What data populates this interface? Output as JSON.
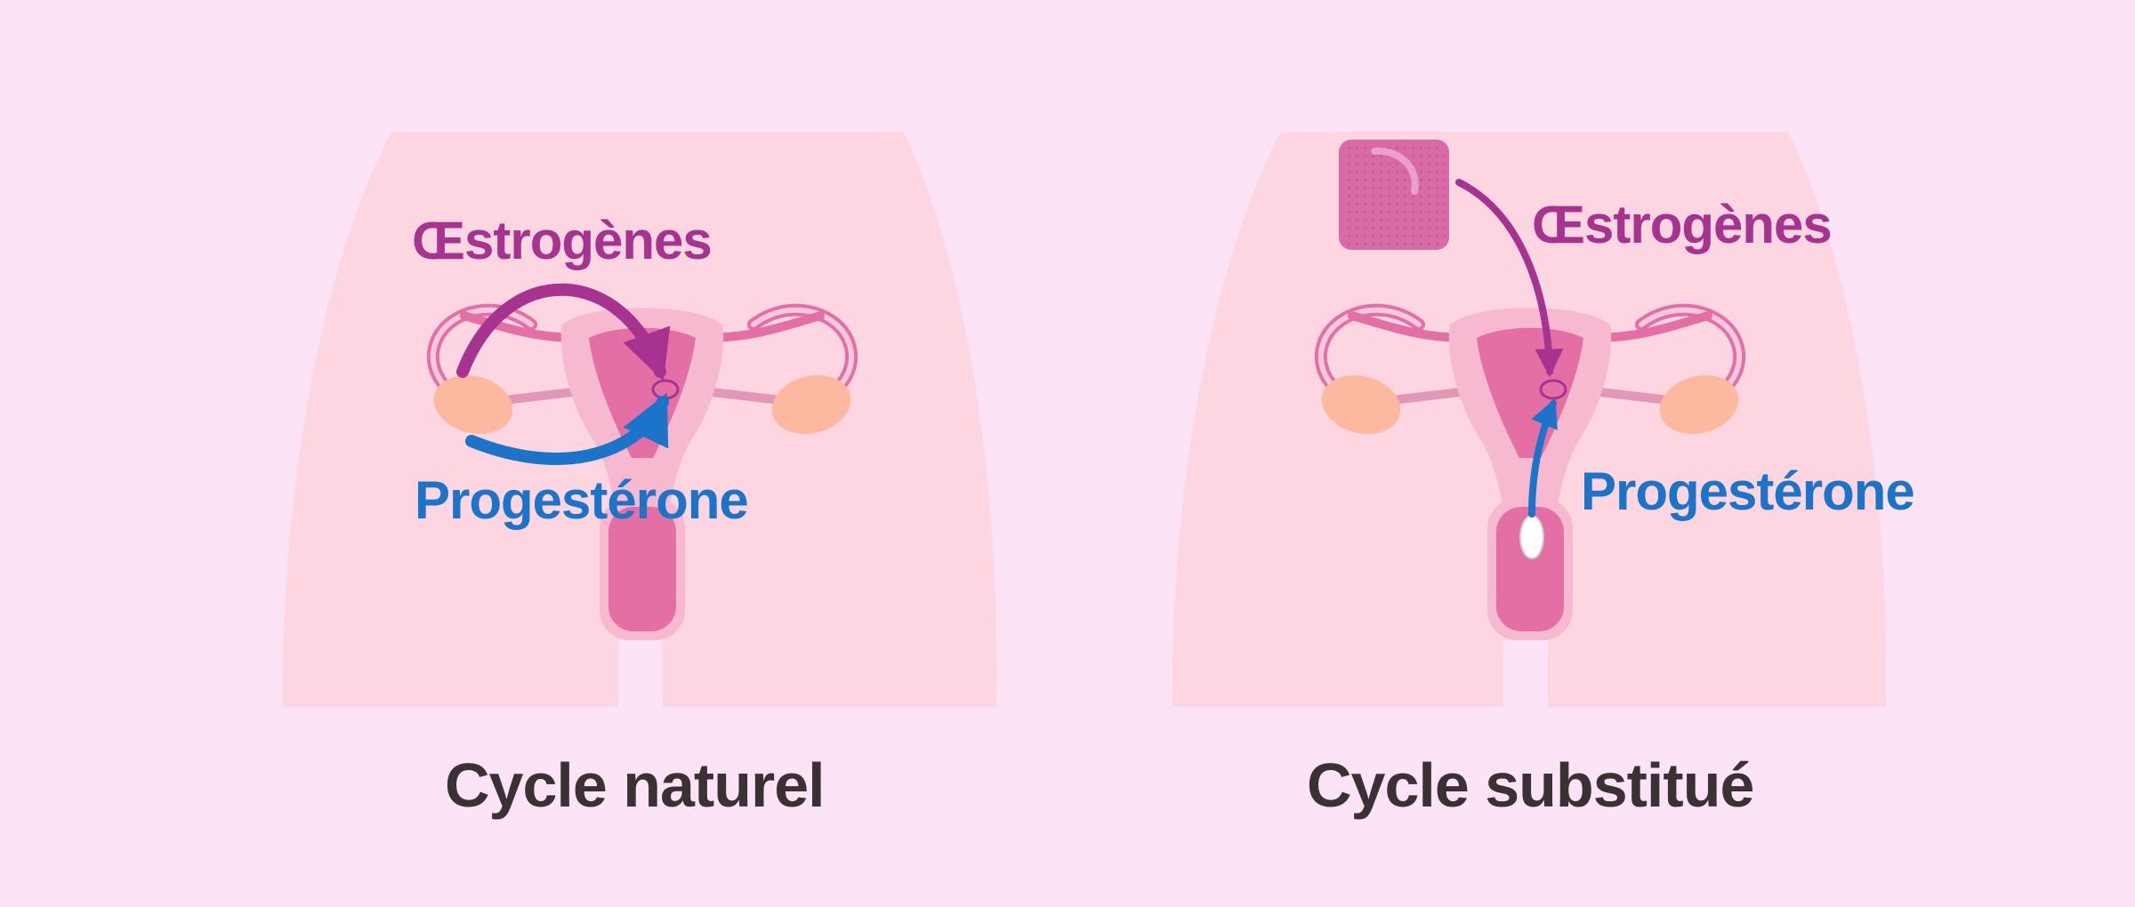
{
  "panels": [
    {
      "title": "Cycle naturel",
      "estrogen_label": "Œstrogènes",
      "progesterone_label": "Progestérone"
    },
    {
      "title": "Cycle substitué",
      "estrogen_label": "Œstrogènes",
      "progesterone_label": "Progestérone"
    }
  ],
  "colors": {
    "background": "#fde3f6",
    "body": "#fdd6e2",
    "uterus": "#e46fa5",
    "ovary": "#fdb9a0",
    "estrogen": "#a6338f",
    "progesterone": "#1c74c9",
    "title_text": "#3a3133"
  },
  "icons": [
    "estrogen-patch-icon",
    "vaginal-capsule-icon"
  ]
}
